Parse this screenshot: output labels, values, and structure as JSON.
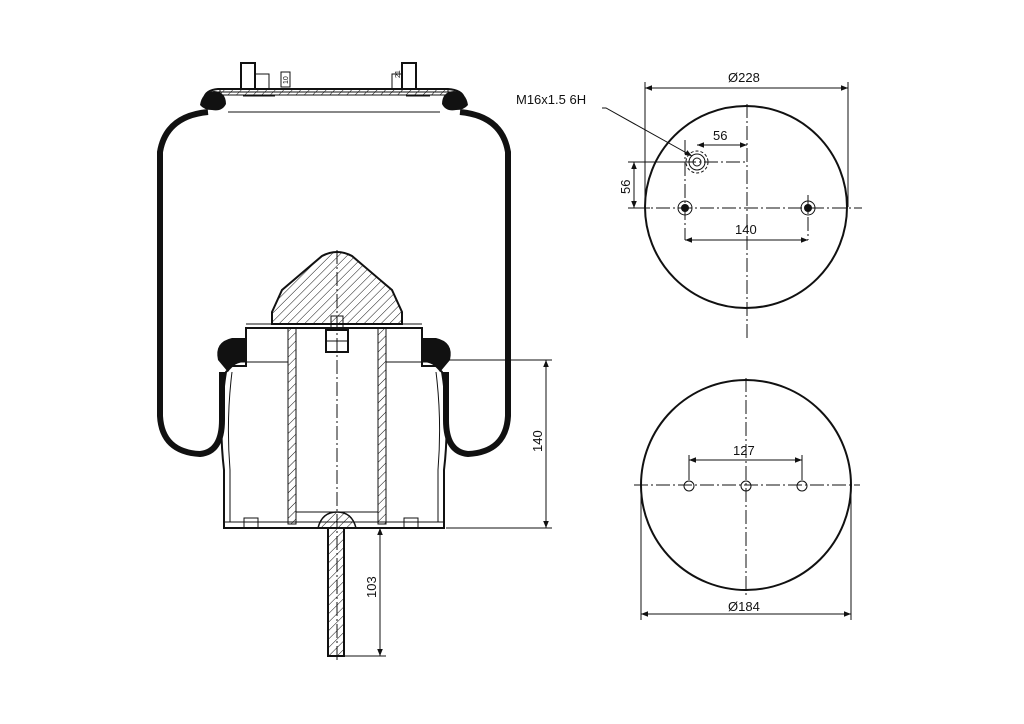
{
  "side_view": {
    "dim_top_10": "10",
    "dim_top_21": "21",
    "dim_140": "140",
    "dim_103": "103"
  },
  "top_view": {
    "diameter": "Ø228",
    "thread": "M16x1.5 6H",
    "dim_56_h": "56",
    "dim_56_v": "56",
    "dim_140": "140"
  },
  "bottom_view": {
    "diameter": "Ø184",
    "dim_127": "127"
  }
}
